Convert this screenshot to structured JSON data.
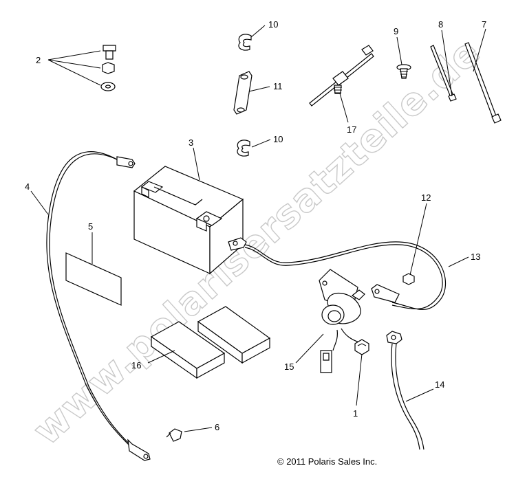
{
  "diagram": {
    "callouts": {
      "c1": "1",
      "c2": "2",
      "c3": "3",
      "c4": "4",
      "c5": "5",
      "c6": "6",
      "c7": "7",
      "c8": "8",
      "c9": "9",
      "c10a": "10",
      "c10b": "10",
      "c11": "11",
      "c12": "12",
      "c13": "13",
      "c14": "14",
      "c15": "15",
      "c16": "16",
      "c17": "17"
    },
    "watermark": "www.polarisersatzteile.de",
    "copyright": "© 2011 Polaris Sales Inc."
  }
}
